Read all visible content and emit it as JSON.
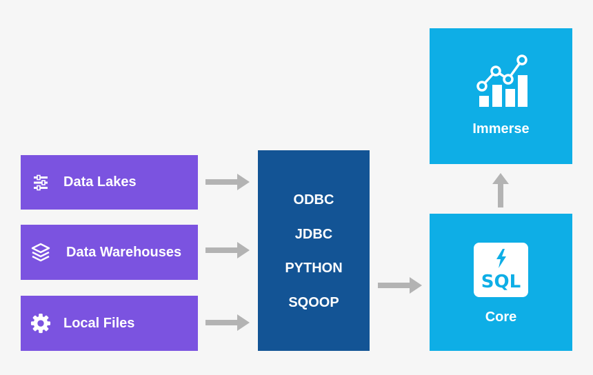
{
  "sources": [
    {
      "label": "Data Lakes",
      "icon": "sliders-icon"
    },
    {
      "label": "Data Warehouses",
      "icon": "layers-icon"
    },
    {
      "label": "Local Files",
      "icon": "gear-icon"
    }
  ],
  "connectors": [
    "ODBC",
    "JDBC",
    "PYTHON",
    "SQOOP"
  ],
  "core": {
    "label": "Core",
    "card_text": "SQL",
    "icon": "lightning-icon"
  },
  "immerse": {
    "label": "Immerse",
    "icon": "bar-line-chart-icon"
  },
  "colors": {
    "background": "#f6f6f6",
    "source_box": "#7b53e0",
    "connector_box": "#135495",
    "engine_box": "#0eaee6",
    "arrow": "#b3b3b3"
  }
}
